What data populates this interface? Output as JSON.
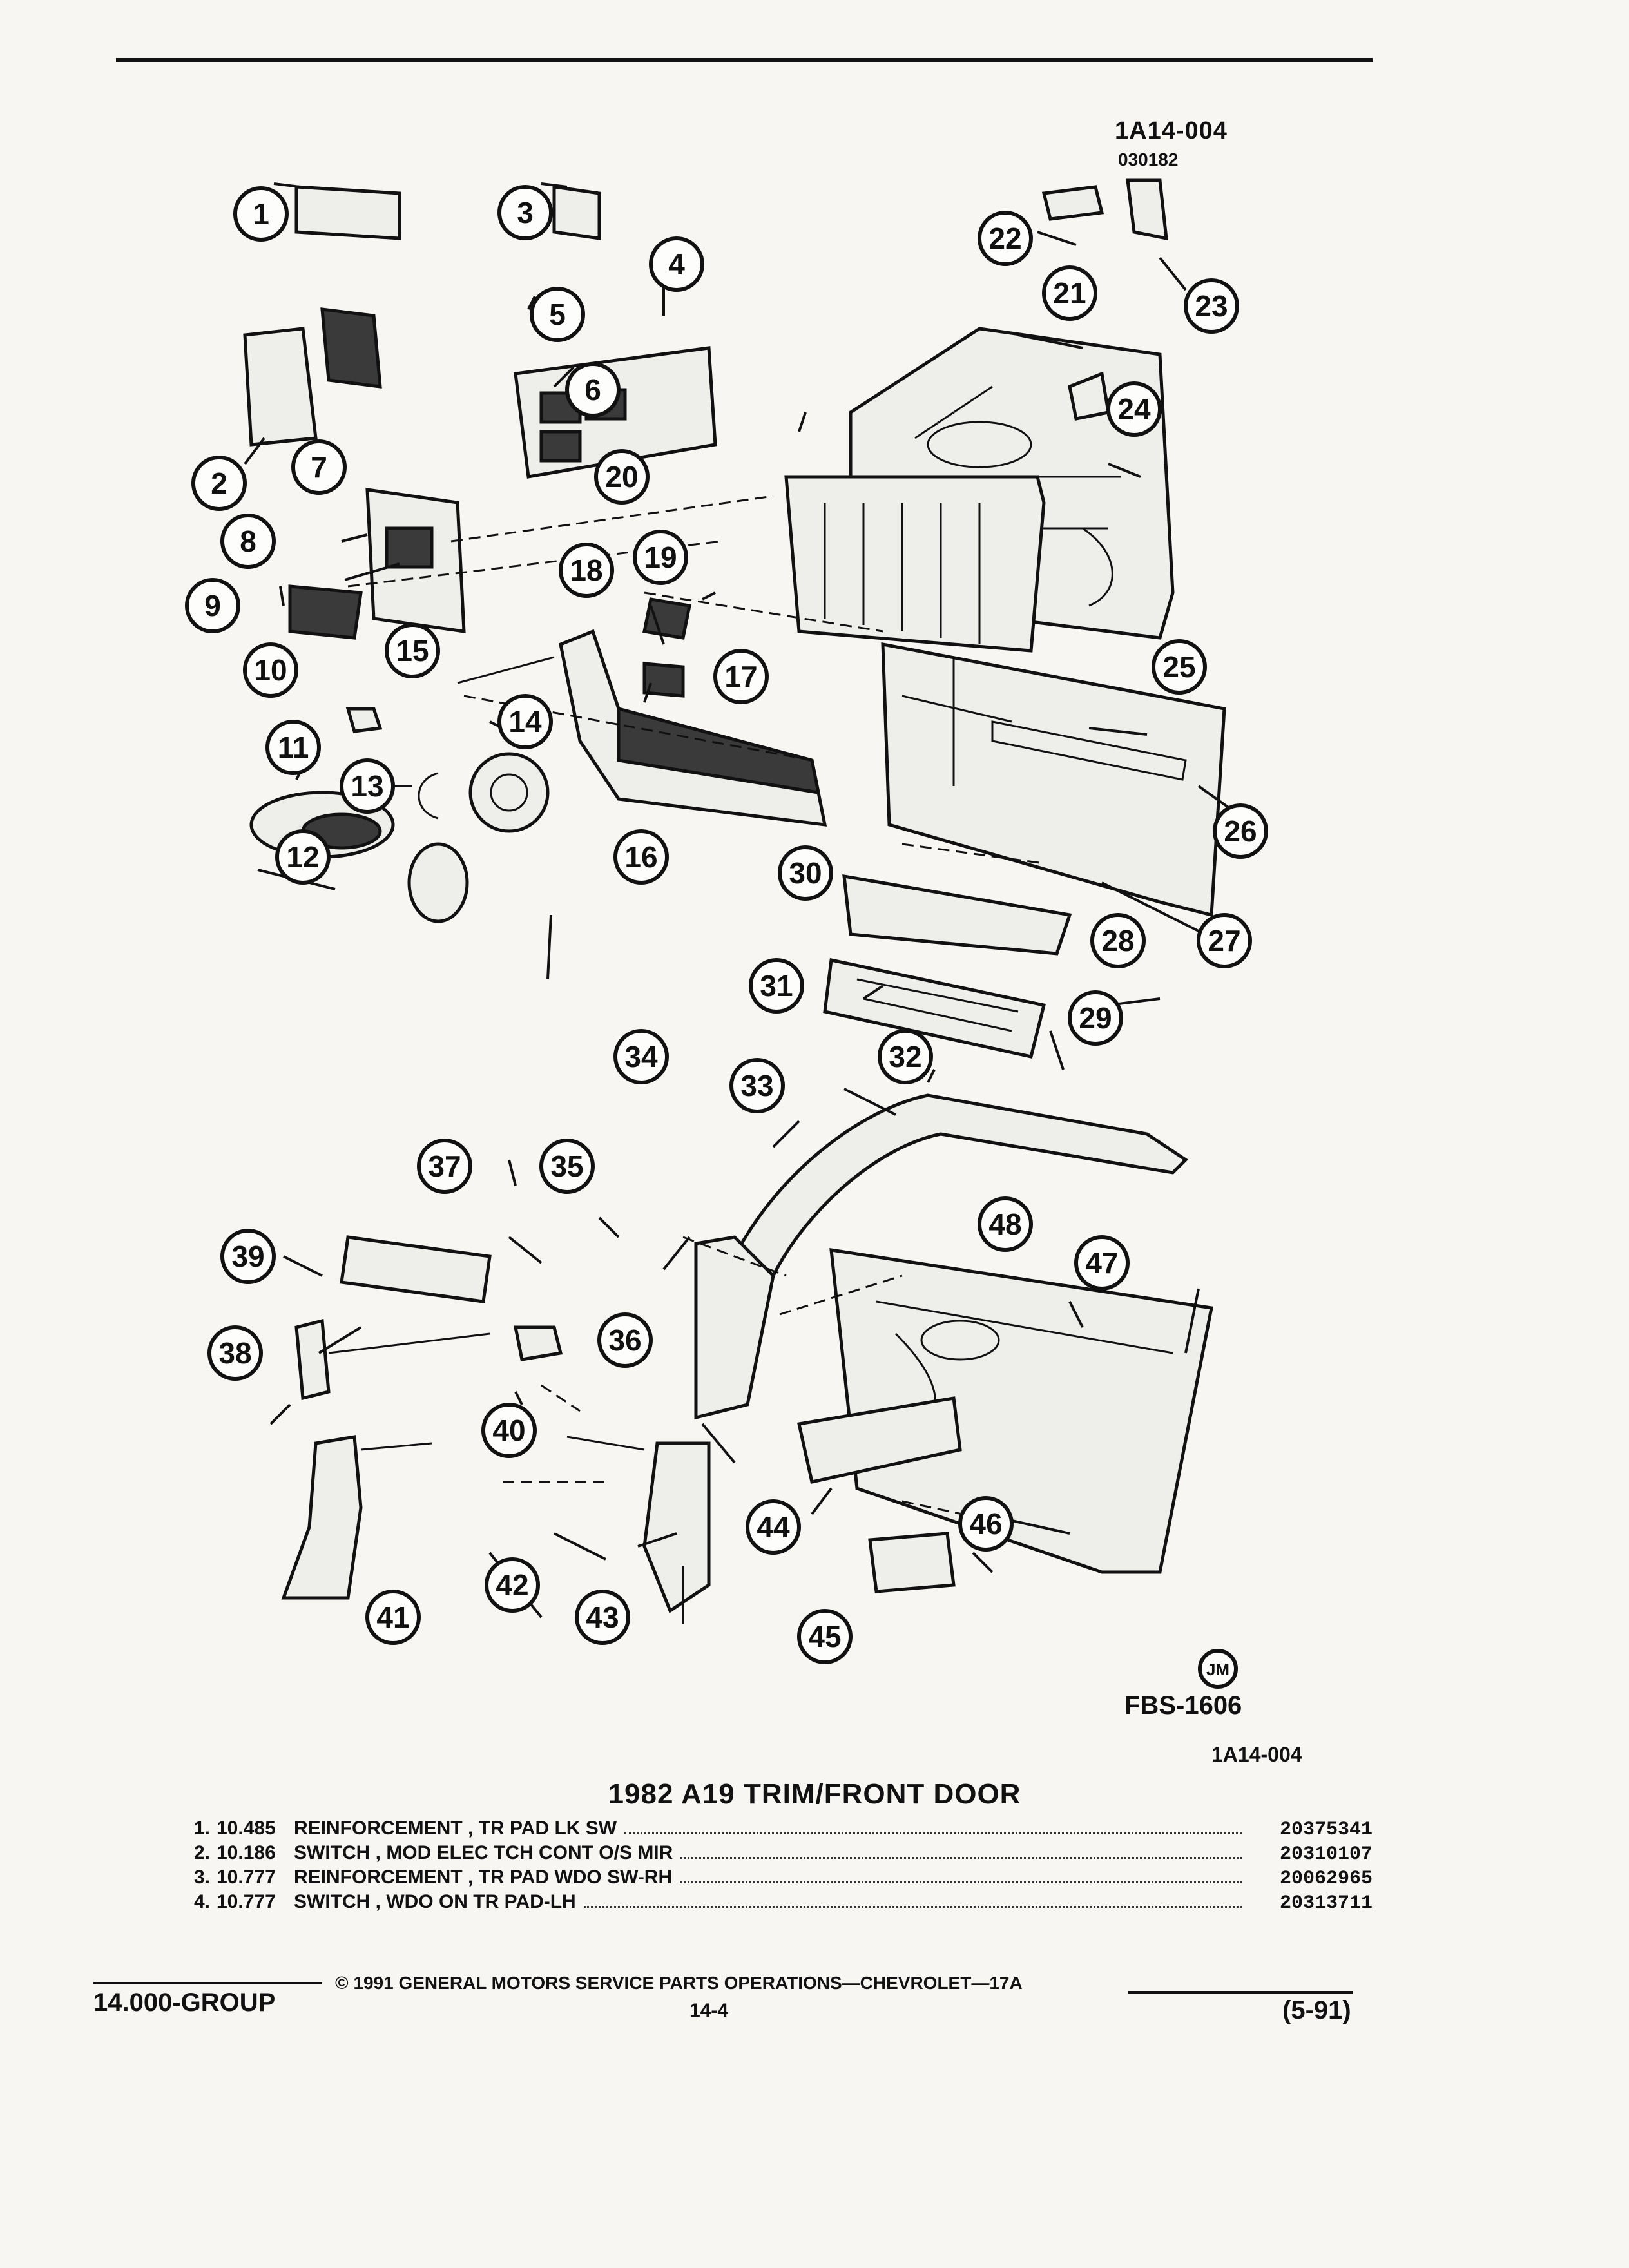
{
  "header": {
    "ref_code": "1A14-004",
    "ref_date": "030182"
  },
  "callouts": [
    "1",
    "2",
    "3",
    "4",
    "5",
    "6",
    "7",
    "8",
    "9",
    "10",
    "11",
    "12",
    "13",
    "14",
    "15",
    "16",
    "17",
    "18",
    "19",
    "20",
    "21",
    "22",
    "23",
    "24",
    "25",
    "26",
    "27",
    "28",
    "29",
    "30",
    "31",
    "32",
    "33",
    "34",
    "35",
    "36",
    "37",
    "38",
    "39",
    "40",
    "41",
    "42",
    "43",
    "44",
    "45",
    "46",
    "47",
    "48"
  ],
  "figure": {
    "stamp": "JM",
    "number": "FBS-1606",
    "ref": "1A14-004"
  },
  "title": "1982 A19 TRIM/FRONT DOOR",
  "parts": [
    {
      "num": "1.",
      "index": "10.485",
      "desc": "REINFORCEMENT , TR PAD LK SW",
      "part_no": "20375341"
    },
    {
      "num": "2.",
      "index": "10.186",
      "desc": "SWITCH , MOD ELEC TCH CONT O/S MIR",
      "part_no": "20310107"
    },
    {
      "num": "3.",
      "index": "10.777",
      "desc": "REINFORCEMENT , TR PAD WDO SW-RH",
      "part_no": "20062965"
    },
    {
      "num": "4.",
      "index": "10.777",
      "desc": "SWITCH , WDO ON TR PAD-LH",
      "part_no": "20313711"
    }
  ],
  "footer": {
    "copyright": "© 1991 GENERAL MOTORS SERVICE PARTS OPERATIONS—CHEVROLET—17A",
    "group": "14.000-GROUP",
    "page": "14-4",
    "date": "(5-91)"
  }
}
